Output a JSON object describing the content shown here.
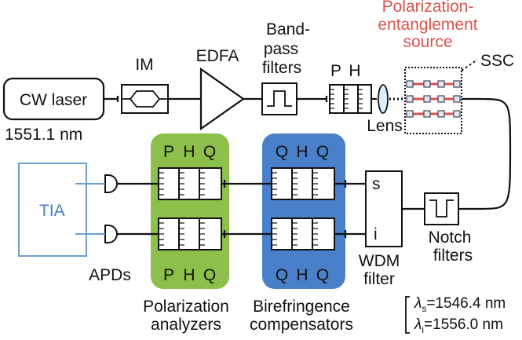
{
  "laser": {
    "label": "CW laser",
    "wavelength": "1551.1 nm"
  },
  "im": {
    "label": "IM"
  },
  "edfa": {
    "label": "EDFA"
  },
  "bandpass": {
    "line1": "Band-",
    "line2": "pass",
    "line3": "filters"
  },
  "source_wp": {
    "p": "P",
    "h": "H"
  },
  "lens": {
    "label": "Lens"
  },
  "source": {
    "line1": "Polarization-",
    "line2": "entanglement",
    "line3": "source",
    "ssc": "SSC"
  },
  "notch": {
    "line1": "Notch",
    "line2": "filters"
  },
  "wdm": {
    "line1": "WDM",
    "line2": "filter",
    "port_s": "s",
    "port_i": "i"
  },
  "compensators": {
    "line1": "Birefringence",
    "line2": "compensators",
    "top_labels": [
      "Q",
      "H",
      "Q"
    ],
    "bottom_labels": [
      "Q",
      "H",
      "Q"
    ]
  },
  "analyzers": {
    "line1": "Polarization",
    "line2": "analyzers",
    "top_labels": [
      "P",
      "H",
      "Q"
    ],
    "bottom_labels": [
      "P",
      "H",
      "Q"
    ]
  },
  "tia": {
    "label": "TIA"
  },
  "apds": {
    "label": "APDs"
  },
  "wavelengths": {
    "signal": "=1546.4 nm",
    "idler": "=1556.0 nm",
    "signal_sub": "s",
    "idler_sub": "i",
    "lambda": "λ"
  },
  "colors": {
    "analyzer_bg": "#8cc04a",
    "compensator_bg": "#4a7fc9",
    "tia_stroke": "#6a9fd4",
    "source_title": "#d9534f",
    "waveguide": "#d9534f"
  }
}
